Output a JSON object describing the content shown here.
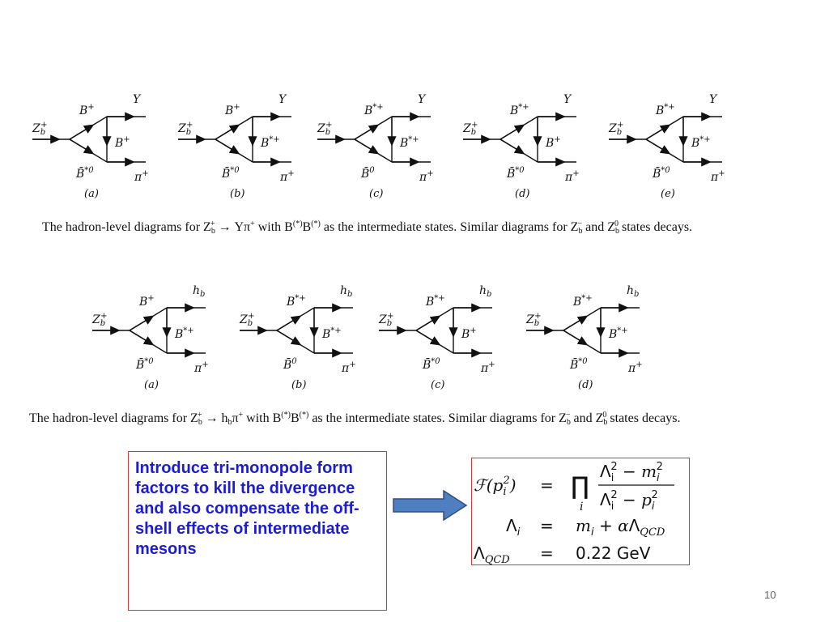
{
  "row1": {
    "diagrams": [
      {
        "tag": "(a)",
        "zb": "Z",
        "top": "B+",
        "mid": "B+",
        "bot": "B̄*0",
        "out_top": "Υ",
        "out_bot": "π+"
      },
      {
        "tag": "(b)",
        "zb": "Z",
        "top": "B+",
        "mid": "B*+",
        "bot": "B̄*0",
        "out_top": "Υ",
        "out_bot": "π+"
      },
      {
        "tag": "(c)",
        "zb": "Z",
        "top": "B*+",
        "mid": "B*+",
        "bot": "B̄0",
        "out_top": "Υ",
        "out_bot": "π+"
      },
      {
        "tag": "(d)",
        "zb": "Z",
        "top": "B*+",
        "mid": "B+",
        "bot": "B̄*0",
        "out_top": "Υ",
        "out_bot": "π+"
      },
      {
        "tag": "(e)",
        "zb": "Z",
        "top": "B*+",
        "mid": "B*+",
        "bot": "B̄*0",
        "out_top": "Υ",
        "out_bot": "π+"
      }
    ],
    "caption": "The hadron-level diagrams for Z_b^+ → Υπ^+ with B^(*)B^(*) as the intermediate states. Similar diagrams for Z_b^- and Z_b^0 states decays."
  },
  "row2": {
    "diagrams": [
      {
        "tag": "(a)",
        "zb": "Z",
        "top": "B+",
        "mid": "B*+",
        "bot": "B̄*0",
        "out_top": "h",
        "out_bot": "π+"
      },
      {
        "tag": "(b)",
        "zb": "Z",
        "top": "B*+",
        "mid": "B*+",
        "bot": "B̄0",
        "out_top": "h",
        "out_bot": "π+"
      },
      {
        "tag": "(c)",
        "zb": "Z",
        "top": "B*+",
        "mid": "B+",
        "bot": "B̄*0",
        "out_top": "h",
        "out_bot": "π+"
      },
      {
        "tag": "(d)",
        "zb": "Z",
        "top": "B*+",
        "mid": "B*+",
        "bot": "B̄*0",
        "out_top": "h",
        "out_bot": "π+"
      }
    ],
    "caption": "The hadron-level diagrams for Z_b^+ → h_b π^+ with B^(*)B^(*) as the intermediate states. Similar diagrams for Z_b^- and Z_b^0 states decays."
  },
  "note": "Introduce tri-monopole form factors to kill the divergence and also compensate the off-shell effects of intermediate mesons",
  "formulas": {
    "f_lhs": "F(p_i^2)",
    "f_eq": "=",
    "f_rhs": "∏_i (Λ_i^2 − m_i^2)/(Λ_i^2 − p_i^2)",
    "l_lhs": "Λ_i",
    "l_eq": "=",
    "l_rhs": "m_i + αΛ_QCD",
    "q_lhs": "Λ_QCD",
    "q_eq": "=",
    "q_rhs": "0.22 GeV"
  },
  "colors": {
    "note_text": "#1c1cd6",
    "box_border": "#dd3333",
    "arrow_fill": "#4f7fc1",
    "arrow_stroke": "#2d4f86"
  },
  "page_number": "10"
}
